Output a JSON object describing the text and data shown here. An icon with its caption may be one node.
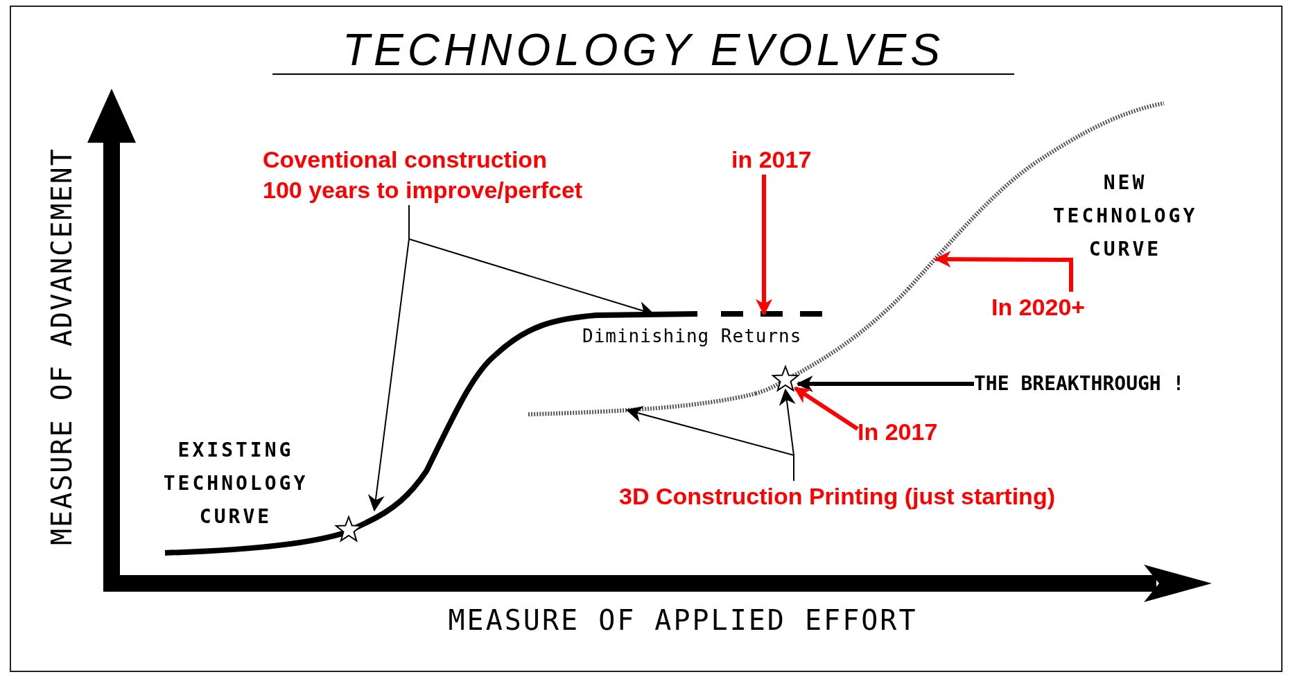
{
  "diagram": {
    "title": "TECHNOLOGY EVOLVES",
    "nodes": [
      {
        "text": [
          "Coventional construction 100 years to improve/perfcet"
        ]
      },
      {
        "text": [
          "in 2017"
        ]
      },
      {
        "text": [
          "In 2020+"
        ]
      },
      {
        "text": [
          "THE BREAKTHROUGH !"
        ]
      },
      {
        "text": [
          "In 2017"
        ]
      },
      {
        "text": [
          "3D Construction Printing (just starting)"
        ]
      },
      {
        "text": [],
        "shape": "line"
      },
      {
        "text": [],
        "shape": "line"
      },
      {
        "text": [],
        "shape": "line"
      },
      {
        "text": [],
        "shape": "star"
      },
      {
        "text": [],
        "shape": "line"
      },
      {
        "text": [],
        "shape": "line"
      }
    ],
    "edges": [
      {
        "from": 0,
        "to": 7,
        "arrow": "to"
      },
      {
        "from": 0,
        "to": 6,
        "arrow": "to"
      },
      {
        "from": 1,
        "to": 8,
        "arrow": "to",
        "color": "#ff0000",
        "style": "thick"
      },
      {
        "from": 2,
        "to": 11,
        "arrow": "to",
        "color": "#ff0000",
        "style": "thick"
      },
      {
        "from": 3,
        "to": 9,
        "arrow": "to",
        "style": "thick"
      },
      {
        "from": 4,
        "to": 9,
        "arrow": "to",
        "color": "#ff0000",
        "style": "thick"
      },
      {
        "from": 5,
        "to": 10,
        "arrow": "to"
      },
      {
        "from": 5,
        "to": 9,
        "arrow": "to"
      }
    ],
    "labels": [
      "MEASURE OF ADVANCEMENT",
      "EXISTING TECHNOLOGY CURVE",
      "Diminishing Returns",
      "NEW TECHNOLOGY CURVE",
      "MEASURE OF APPLIED EFFORT"
    ]
  }
}
